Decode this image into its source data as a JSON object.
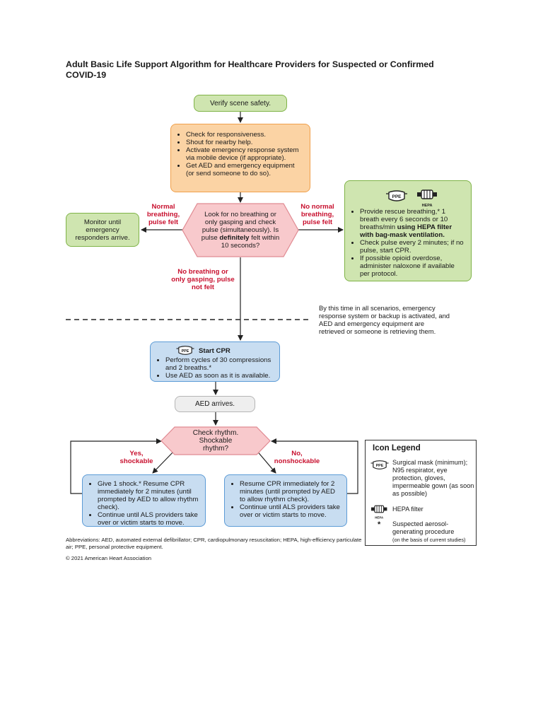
{
  "title": "Adult Basic Life Support Algorithm for Healthcare Providers for Suspected or Confirmed COVID-19",
  "colors": {
    "green_fill": "#cfe5b0",
    "green_stroke": "#7fb347",
    "orange_fill": "#fbd3a4",
    "orange_stroke": "#f0a04b",
    "pink_fill": "#f8c9cc",
    "pink_stroke": "#e08a92",
    "blue_fill": "#c8ddf1",
    "blue_stroke": "#5c9bd6",
    "gray_fill": "#eeeeee",
    "gray_stroke": "#b5b5b5",
    "red_text": "#c8102e"
  },
  "verify": "Verify scene safety.",
  "check": [
    "Check for responsiveness.",
    "Shout for nearby help.",
    "Activate emergency response system via mobile device (if appropriate).",
    "Get AED and emergency equipment (or send someone to do so)."
  ],
  "decision1": {
    "line1": "Look for no breathing or only gasping and check pulse (simultaneously).",
    "q_pre": "Is pulse ",
    "q_bold": "definitely",
    "q_post": " felt within 10 seconds?"
  },
  "monitor": "Monitor until emergency responders arrive.",
  "label_normal": "Normal breathing, pulse felt",
  "label_no_normal": "No normal breathing, pulse felt",
  "label_no_breathing": "No breathing or only gasping, pulse not felt",
  "rescue": {
    "ppe_icon": "PPE",
    "hepa_icon": "HEPA",
    "item1_a": "Provide rescue breathing,* 1 breath every 6 seconds or 10 breaths/min ",
    "item1_b": "using HEPA filter with bag-mask ventilation.",
    "item2": "Check pulse every 2 minutes; if no pulse, start CPR.",
    "item3": "If possible opioid overdose, administer naloxone if available per protocol."
  },
  "scenario_note": "By this time in all scenarios, emergency response system or backup is activated, and AED and emergency equipment are retrieved or someone is retrieving them.",
  "cpr": {
    "ppe_icon": "PPE",
    "heading": "Start CPR",
    "items": [
      "Perform cycles of 30 compressions and 2 breaths.*",
      "Use AED as soon as it is available."
    ]
  },
  "aed": "AED arrives.",
  "rhythm": "Check rhythm. Shockable rhythm?",
  "label_yes": "Yes, shockable",
  "label_no": "No, nonshockable",
  "shock": [
    "Give 1 shock.* Resume CPR immediately for 2 minutes (until prompted by AED to allow rhythm check).",
    "Continue until ALS providers take over or victim starts to move."
  ],
  "resume": [
    "Resume CPR immediately for 2 minutes (until prompted by AED to allow rhythm check).",
    "Continue until ALS providers take over or victim starts to move."
  ],
  "legend": {
    "title": "Icon Legend",
    "ppe_icon": "PPE",
    "ppe_text": "Surgical mask (minimum); N95 respirator, eye protection, gloves, impermeable gown (as soon as possible)",
    "hepa_icon": "HEPA",
    "hepa_text": "HEPA filter",
    "star": "*",
    "star_text": "Suspected aerosol-generating procedure",
    "star_sub": "(on the basis of current studies)"
  },
  "abbreviations": "Abbreviations: AED, automated external defibrillator; CPR, cardiopulmonary resuscitation; HEPA, high-efficiency particulate air; PPE, personal protective equipment.",
  "copyright": "© 2021 American Heart Association"
}
